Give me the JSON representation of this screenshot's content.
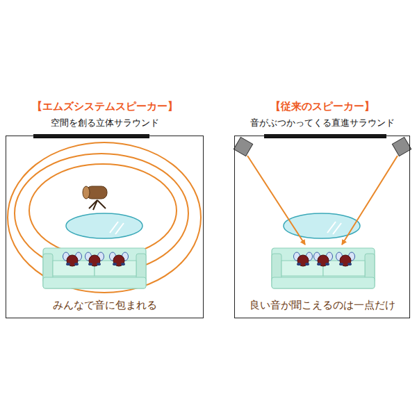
{
  "diagram": {
    "nodes": [
      {
        "text": [
          "【エムズシステムスピーカー】",
          "空間を創る立体サラウンド",
          "みんなで音に包まれる"
        ]
      },
      {
        "text": [
          "【従来のスピーカー】",
          "音がぶつかってくる直進サラウンド",
          "良い音が聞こえるのは一点だけ"
        ]
      }
    ]
  }
}
